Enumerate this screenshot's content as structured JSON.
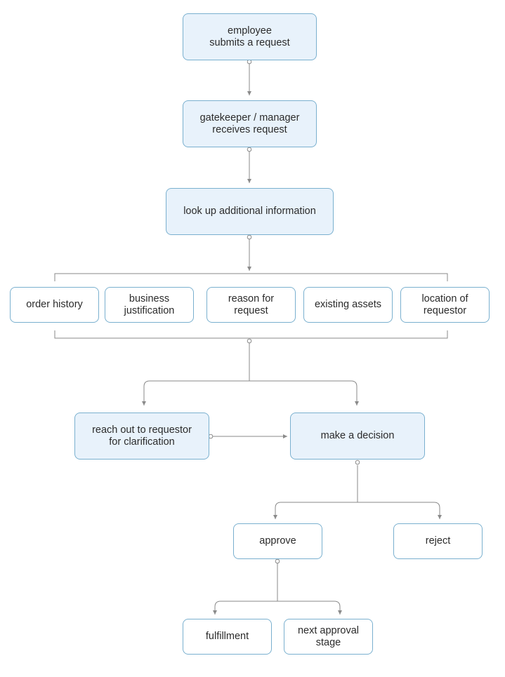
{
  "nodes": {
    "employee": "employee\nsubmits a request",
    "gatekeeper": "gatekeeper / manager\nreceives request",
    "lookup": "look up additional information",
    "order_history": "order history",
    "business_justification": "business\njustification",
    "reason_for_request": "reason for\nrequest",
    "existing_assets": "existing assets",
    "location_of_requestor": "location of\nrequestor",
    "reach_out": "reach out to requestor\nfor clarification",
    "make_decision": "make a decision",
    "approve": "approve",
    "reject": "reject",
    "fulfillment": "fulfillment",
    "next_approval_stage": "next approval\nstage"
  },
  "colors": {
    "node_border": "#7ab0cf",
    "node_fill": "#e8f2fb",
    "connector": "#8a8a8a",
    "text": "#2b2b2b"
  }
}
